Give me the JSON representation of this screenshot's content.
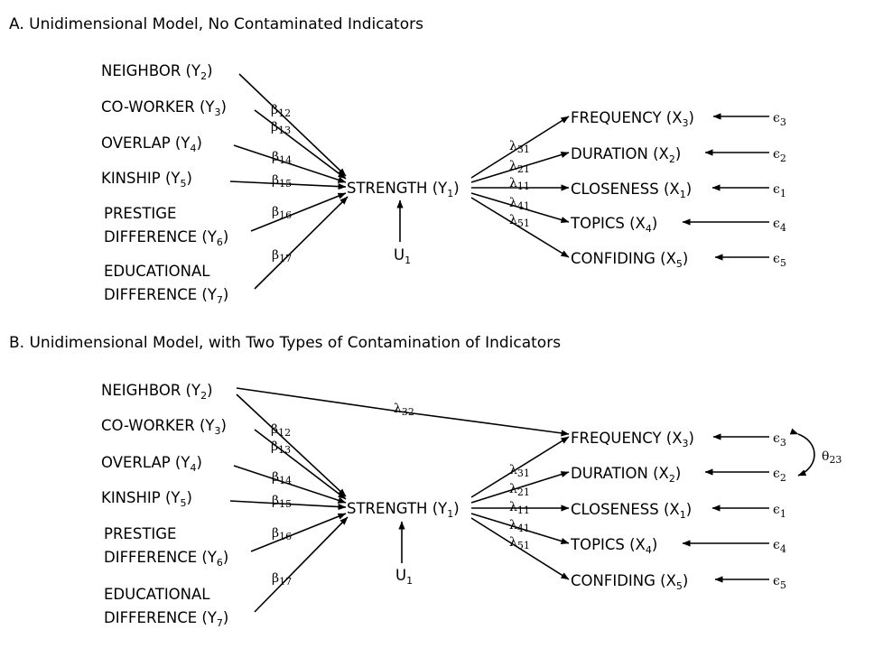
{
  "panels": [
    {
      "id": "a",
      "heading": "A.   Unidimensional Model,  No Contaminated Indicators",
      "causes": [
        {
          "text": "NEIGHBOR (Y",
          "sub": "2",
          "close": ")"
        },
        {
          "text": "CO-WORKER (Y",
          "sub": "3",
          "close": ")"
        },
        {
          "text": "OVERLAP (Y",
          "sub": "4",
          "close": ")"
        },
        {
          "text": "KINSHIP (Y",
          "sub": "5",
          "close": ")"
        },
        {
          "text": "PRESTIGE",
          "sub": "",
          "close": ""
        },
        {
          "text": "DIFFERENCE (Y",
          "sub": "6",
          "close": ")"
        },
        {
          "text": "EDUCATIONAL",
          "sub": "",
          "close": ""
        },
        {
          "text": "DIFFERENCE (Y",
          "sub": "7",
          "close": ")"
        }
      ],
      "betas": [
        {
          "sym": "β",
          "sub": "12"
        },
        {
          "sym": "β",
          "sub": "13"
        },
        {
          "sym": "β",
          "sub": "14"
        },
        {
          "sym": "β",
          "sub": "15"
        },
        {
          "sym": "β",
          "sub": "16"
        },
        {
          "sym": "β",
          "sub": "17"
        }
      ],
      "center": {
        "text": "STRENGTH (Y",
        "sub": "1",
        "close": ")"
      },
      "disturbance": {
        "text": "U",
        "sub": "1"
      },
      "lambdas": [
        {
          "sym": "λ",
          "sub": "31"
        },
        {
          "sym": "λ",
          "sub": "21"
        },
        {
          "sym": "λ",
          "sub": "11"
        },
        {
          "sym": "λ",
          "sub": "41"
        },
        {
          "sym": "λ",
          "sub": "51"
        }
      ],
      "indicators": [
        {
          "text": "FREQUENCY (X",
          "sub": "3",
          "close": ")"
        },
        {
          "text": "DURATION (X",
          "sub": "2",
          "close": ")"
        },
        {
          "text": "CLOSENESS (X",
          "sub": "1",
          "close": ")"
        },
        {
          "text": "TOPICS (X",
          "sub": "4",
          "close": ")"
        },
        {
          "text": "CONFIDING (X",
          "sub": "5",
          "close": ")"
        }
      ],
      "errors": [
        {
          "sym": "ϵ",
          "sub": "3"
        },
        {
          "sym": "ϵ",
          "sub": "2"
        },
        {
          "sym": "ϵ",
          "sub": "1"
        },
        {
          "sym": "ϵ",
          "sub": "4"
        },
        {
          "sym": "ϵ",
          "sub": "5"
        }
      ]
    },
    {
      "id": "b",
      "heading": "B.   Unidimensional Model,  with Two Types of Contamination of Indicators",
      "causes": [
        {
          "text": "NEIGHBOR (Y",
          "sub": "2",
          "close": ")"
        },
        {
          "text": "CO-WORKER (Y",
          "sub": "3",
          "close": ")"
        },
        {
          "text": "OVERLAP (Y",
          "sub": "4",
          "close": ")"
        },
        {
          "text": "KINSHIP (Y",
          "sub": "5",
          "close": ")"
        },
        {
          "text": "PRESTIGE",
          "sub": "",
          "close": ""
        },
        {
          "text": "DIFFERENCE (Y",
          "sub": "6",
          "close": ")"
        },
        {
          "text": "EDUCATIONAL",
          "sub": "",
          "close": ""
        },
        {
          "text": "DIFFERENCE (Y",
          "sub": "7",
          "close": ")"
        }
      ],
      "betas": [
        {
          "sym": "β",
          "sub": "12"
        },
        {
          "sym": "β",
          "sub": "13"
        },
        {
          "sym": "β",
          "sub": "14"
        },
        {
          "sym": "β",
          "sub": "15"
        },
        {
          "sym": "β",
          "sub": "16"
        },
        {
          "sym": "β",
          "sub": "17"
        }
      ],
      "center": {
        "text": "STRENGTH (Y",
        "sub": "1",
        "close": ")"
      },
      "disturbance": {
        "text": "U",
        "sub": "1"
      },
      "lambdas": [
        {
          "sym": "λ",
          "sub": "31"
        },
        {
          "sym": "λ",
          "sub": "21"
        },
        {
          "sym": "λ",
          "sub": "11"
        },
        {
          "sym": "λ",
          "sub": "41"
        },
        {
          "sym": "λ",
          "sub": "51"
        }
      ],
      "indicators": [
        {
          "text": "FREQUENCY (X",
          "sub": "3",
          "close": ")"
        },
        {
          "text": "DURATION (X",
          "sub": "2",
          "close": ")"
        },
        {
          "text": "CLOSENESS (X",
          "sub": "1",
          "close": ")"
        },
        {
          "text": "TOPICS (X",
          "sub": "4",
          "close": ")"
        },
        {
          "text": "CONFIDING (X",
          "sub": "5",
          "close": ")"
        }
      ],
      "errors": [
        {
          "sym": "ϵ",
          "sub": "3"
        },
        {
          "sym": "ϵ",
          "sub": "2"
        },
        {
          "sym": "ϵ",
          "sub": "1"
        },
        {
          "sym": "ϵ",
          "sub": "4"
        },
        {
          "sym": "ϵ",
          "sub": "5"
        }
      ],
      "contamination": {
        "cross_loading": {
          "sym": "λ",
          "sub": "32"
        },
        "error_covariance": {
          "sym": "θ",
          "sub": "23"
        }
      }
    }
  ]
}
